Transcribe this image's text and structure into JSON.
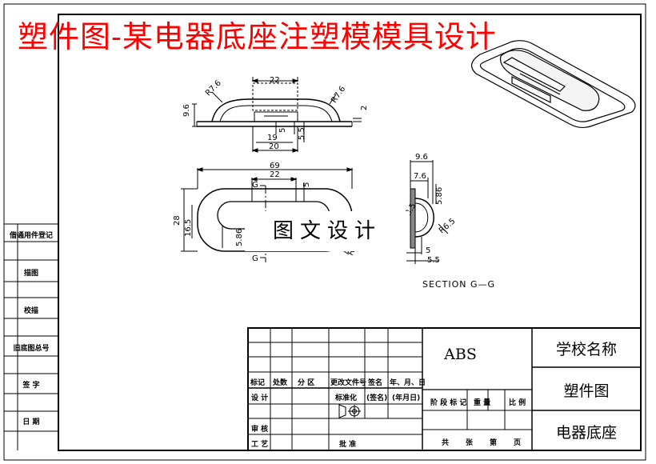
{
  "banner": {
    "title": "塑件图-某电器底座注塑模模具设计"
  },
  "side_labels": [
    "借通用件登记",
    "描图",
    "校描",
    "旧底图总号",
    "签 字",
    "日 期"
  ],
  "watermark": {
    "text": "图文设计"
  },
  "views": {
    "top": {
      "dims": [
        "22",
        "R7.6",
        "R7.6",
        "9.6",
        "2",
        "19",
        "20",
        "5",
        "5.5"
      ]
    },
    "front": {
      "dims": [
        "69",
        "22",
        "28",
        "16.5",
        "5.86",
        "5",
        "R5"
      ],
      "section_marks": [
        "G",
        "G"
      ]
    },
    "section": {
      "dims": [
        "9.6",
        "7.6",
        "5.86",
        "3.5",
        "R6.5",
        "5",
        "5.5"
      ],
      "title": "SECTION G—G"
    }
  },
  "title_block": {
    "material": "ABS",
    "school": "学校名称",
    "drawing_type": "塑件图",
    "part_name": "电器底座",
    "rev_row": [
      "标记",
      "处数",
      "分 区",
      "更改文件号",
      "签名",
      "年、月、日"
    ],
    "design": "设 计",
    "standard": "标准化",
    "sign": "(签名)",
    "date": "(年月日)",
    "stage_row": [
      "阶 段 标 记",
      "重 量",
      "比 例"
    ],
    "review": "审 核",
    "process": "工 艺",
    "approve": "批 准",
    "sheet_row": [
      "共",
      "张",
      "第",
      "页"
    ]
  }
}
